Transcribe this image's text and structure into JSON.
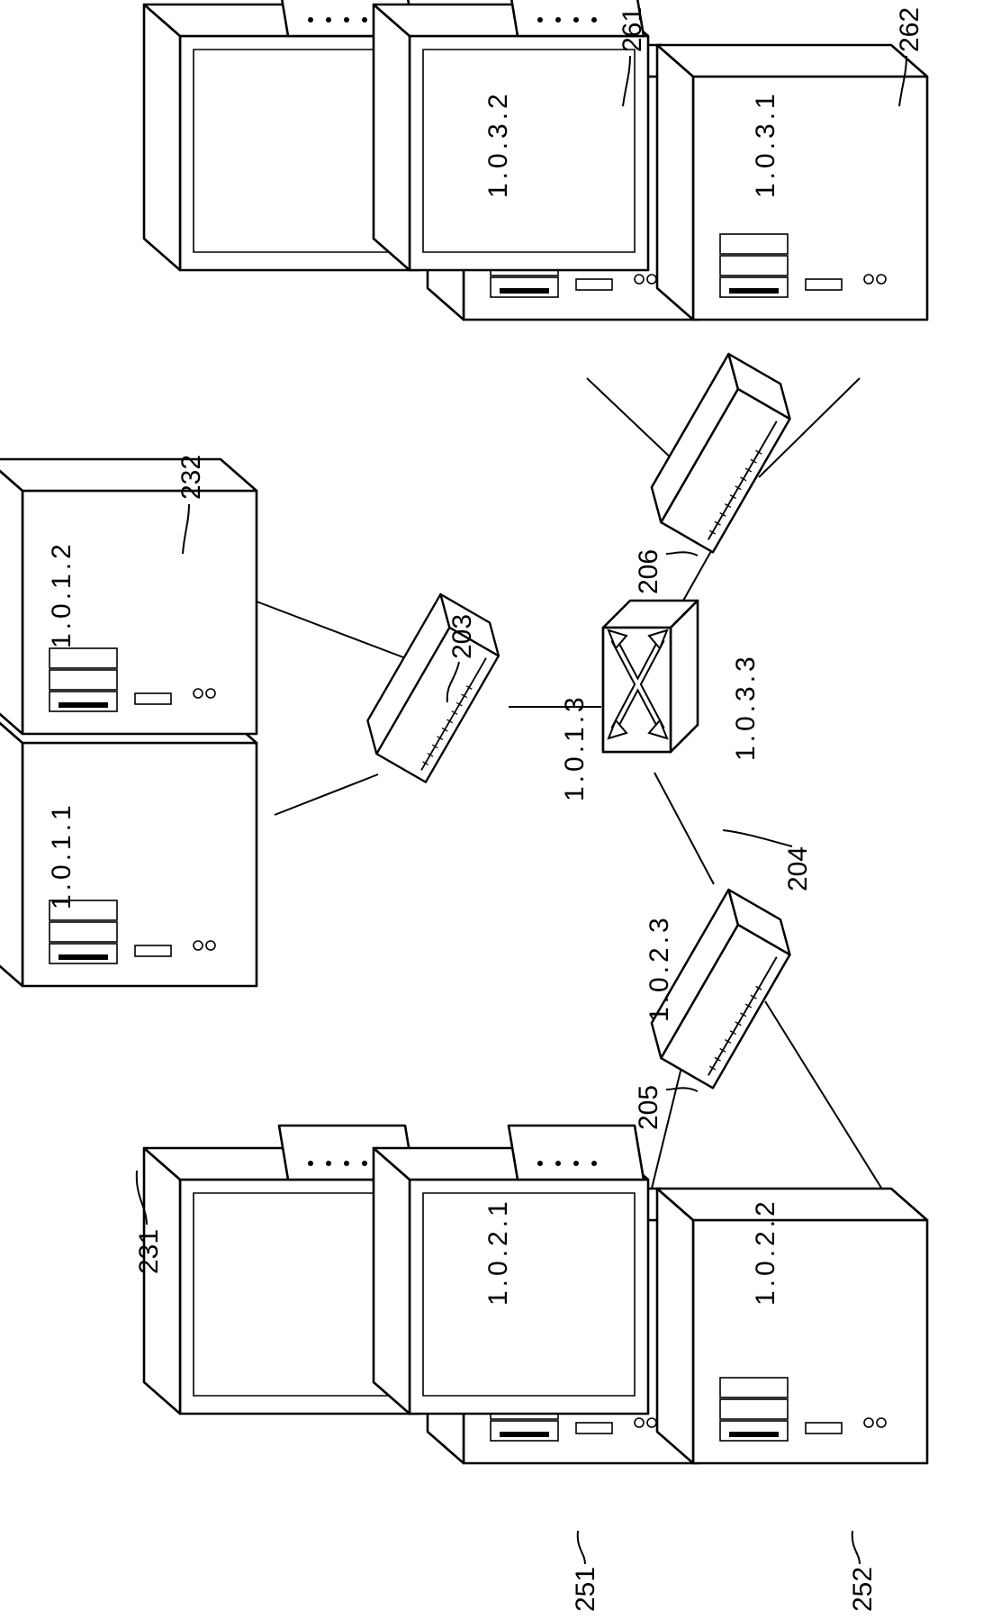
{
  "diagram": {
    "labels": {
      "ip_1011": "1.0.1.1",
      "ip_1012": "1.0.1.2",
      "ip_1013": "1.0.1.3",
      "ip_1021": "1.0.2.1",
      "ip_1022": "1.0.2.2",
      "ip_1023": "1.0.2.3",
      "ip_1031": "1.0.3.1",
      "ip_1032": "1.0.3.2",
      "ip_1033": "1.0.3.3",
      "ref_231": "231",
      "ref_232": "232",
      "ref_203": "203",
      "ref_204": "204",
      "ref_205": "205",
      "ref_206": "206",
      "ref_251": "251",
      "ref_252": "252",
      "ref_261": "261",
      "ref_262": "262"
    }
  }
}
